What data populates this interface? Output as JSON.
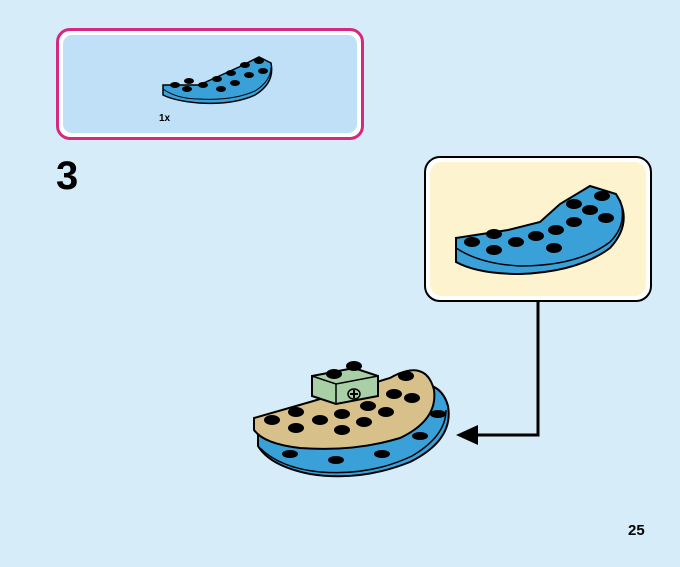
{
  "parts": {
    "quantity": "1x"
  },
  "step": {
    "number": "3"
  },
  "page": {
    "number": "25"
  },
  "colors": {
    "background": "#d6ecf9",
    "parts_border": "#d6287e",
    "parts_fill": "#bfe0f6",
    "callout_fill": "#fdf3cf",
    "brick_blue": "#3aa0d8",
    "brick_tan": "#d8c08a",
    "brick_sand_green": "#a9cfa6"
  },
  "icons": {
    "part": "blue-half-round-plate",
    "model": "assembled-model",
    "connector": "arrow-left"
  }
}
